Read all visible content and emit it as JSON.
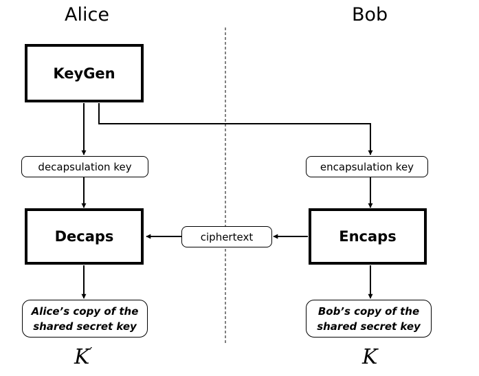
{
  "parties": {
    "left": "Alice",
    "right": "Bob"
  },
  "boxes": {
    "keygen": "KeyGen",
    "decaps": "Decaps",
    "encaps": "Encaps"
  },
  "labels": {
    "decapsulation_key": "decapsulation key",
    "encapsulation_key": "encapsulation key",
    "ciphertext": "ciphertext"
  },
  "results": {
    "alice": {
      "line1": "Alice’s copy of the",
      "line2": "shared secret key"
    },
    "bob": {
      "line1": "Bob’s copy of the",
      "line2": "shared secret key"
    }
  },
  "symbols": {
    "alice_key": "K",
    "alice_key_prime": "′",
    "bob_key": "K"
  }
}
